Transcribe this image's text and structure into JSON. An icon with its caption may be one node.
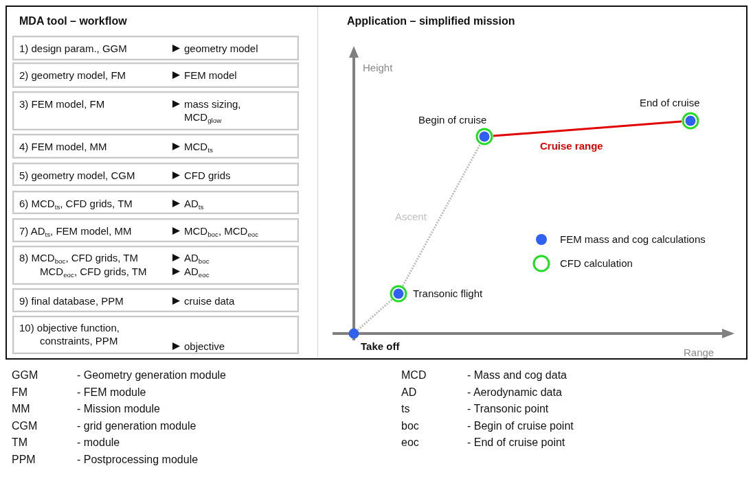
{
  "diagram": {
    "nodes": [
      {
        "text": [
          "MDA tool – workflow"
        ]
      },
      {
        "text": [
          "1) design param., GGM",
          "geometry model"
        ],
        "in": 0
      },
      {
        "text": [
          "2) geometry model, FM",
          "FEM model"
        ],
        "in": 0
      },
      {
        "text": [
          "3) FEM model, FM",
          "mass sizing, MCD$_{glow}$"
        ],
        "in": 0
      },
      {
        "text": [
          "4) FEM model, MM",
          "MCD$_{ts}$"
        ],
        "in": 0
      },
      {
        "text": [
          "5) geometry model, CGM",
          "CFD grids"
        ],
        "in": 0
      },
      {
        "text": [
          "6) MCD$_{ts}$, CFD grids, TM",
          "AD$_{ts}$"
        ],
        "in": 0
      },
      {
        "text": [
          "7) AD$_{ts}$, FEM model, MM",
          "MCD$_{boc}$, MCD$_{eoc}$"
        ],
        "in": 0
      },
      {
        "text": [
          "8) MCD$_{boc}$, CFD grids, TM",
          "AD$_{boc}$",
          "MCD$_{eoc}$, CFD grids, TM",
          "AD$_{eoc}$"
        ],
        "in": 0
      },
      {
        "text": [
          "9) final database, PPM",
          "cruise data"
        ],
        "in": 0
      },
      {
        "text": [
          "10) objective function, constraints, PPM",
          "objective"
        ],
        "in": 0
      },
      {
        "text": [
          "Application – simplified mission"
        ]
      },
      {
        "text": [],
        "shape": "circle",
        "beside": [
          "Take off"
        ],
        "in": 11
      },
      {
        "text": [],
        "shape": "circle",
        "beside": [
          "Transonic flight"
        ],
        "in": 11
      },
      {
        "text": [],
        "shape": "circle",
        "beside": [
          "Begin of cruise"
        ],
        "in": 11
      },
      {
        "text": [],
        "shape": "circle",
        "beside": [
          "End of cruise"
        ],
        "in": 11
      }
    ],
    "edges": [
      {
        "from": 12,
        "to": 13,
        "arrow": "none",
        "style": "dashed"
      },
      {
        "from": 13,
        "to": 14,
        "arrow": "none",
        "style": "dashed",
        "label": "Ascent"
      },
      {
        "from": 14,
        "to": 15,
        "arrow": "none",
        "label": "Cruise range",
        "color": "#e00000"
      }
    ],
    "labels": [
      "Height",
      "Range",
      "GGM",
      "- Geometry generation module",
      "MCD",
      "- Mass and cog data",
      "FM",
      "- FEM module",
      "AD",
      "- Aerodynamic data",
      "MM",
      "- Mission module",
      "ts",
      "- Transonic point",
      "CGM",
      "- grid generation module",
      "boc",
      "- Begin of cruise point",
      "TM",
      "- module",
      "eoc",
      "- End of cruise point",
      "PPM",
      "- Postprocessing module"
    ],
    "legend": [
      {
        "text": "FEM mass and cog calculations",
        "color": "#3060f0"
      },
      {
        "text": "CFD calculation"
      }
    ]
  }
}
